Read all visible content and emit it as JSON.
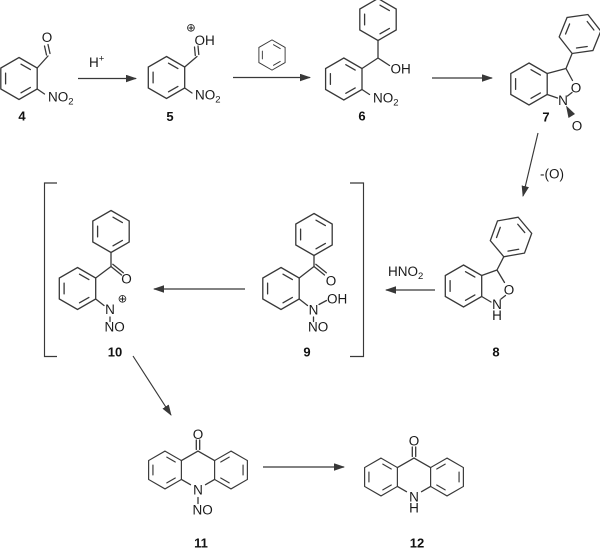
{
  "colors": {
    "background": "#ffffff",
    "bond": "#383838",
    "text": "#1a1a1a"
  },
  "compounds": {
    "c4": {
      "number": "4",
      "atoms": {
        "carbonyl_o": "O",
        "nitro_main": "NO",
        "nitro_sub": "2"
      }
    },
    "c5": {
      "number": "5",
      "atoms": {
        "hydroxyl": "OH",
        "charge": "⊕",
        "nitro_main": "NO",
        "nitro_sub": "2"
      }
    },
    "c6": {
      "number": "6",
      "atoms": {
        "hydroxyl": "OH",
        "nitro_main": "NO",
        "nitro_sub": "2"
      }
    },
    "c7": {
      "number": "7",
      "atoms": {
        "ring_o": "O",
        "ring_n": "N",
        "oxide_o": "O"
      }
    },
    "c8": {
      "number": "8",
      "atoms": {
        "ring_o": "O",
        "ring_n": "N",
        "nh": "H"
      }
    },
    "c9": {
      "number": "9",
      "atoms": {
        "carbonyl_o": "O",
        "n": "N",
        "hydroxyl": "OH",
        "nitroso": "NO"
      }
    },
    "c10": {
      "number": "10",
      "atoms": {
        "carbonyl_o": "O",
        "n": "N",
        "charge": "⊕",
        "nitroso": "NO"
      }
    },
    "c11": {
      "number": "11",
      "atoms": {
        "carbonyl_o": "O",
        "ring_n": "N",
        "nitroso": "NO"
      }
    },
    "c12": {
      "number": "12",
      "atoms": {
        "carbonyl_o": "O",
        "ring_n": "N",
        "nh": "H"
      }
    }
  },
  "arrows": {
    "step1": {
      "label_main": "H",
      "label_sup": "+"
    },
    "step4": {
      "label": "-(O)"
    },
    "step5": {
      "label_main": "HNO",
      "label_sub": "2"
    }
  }
}
